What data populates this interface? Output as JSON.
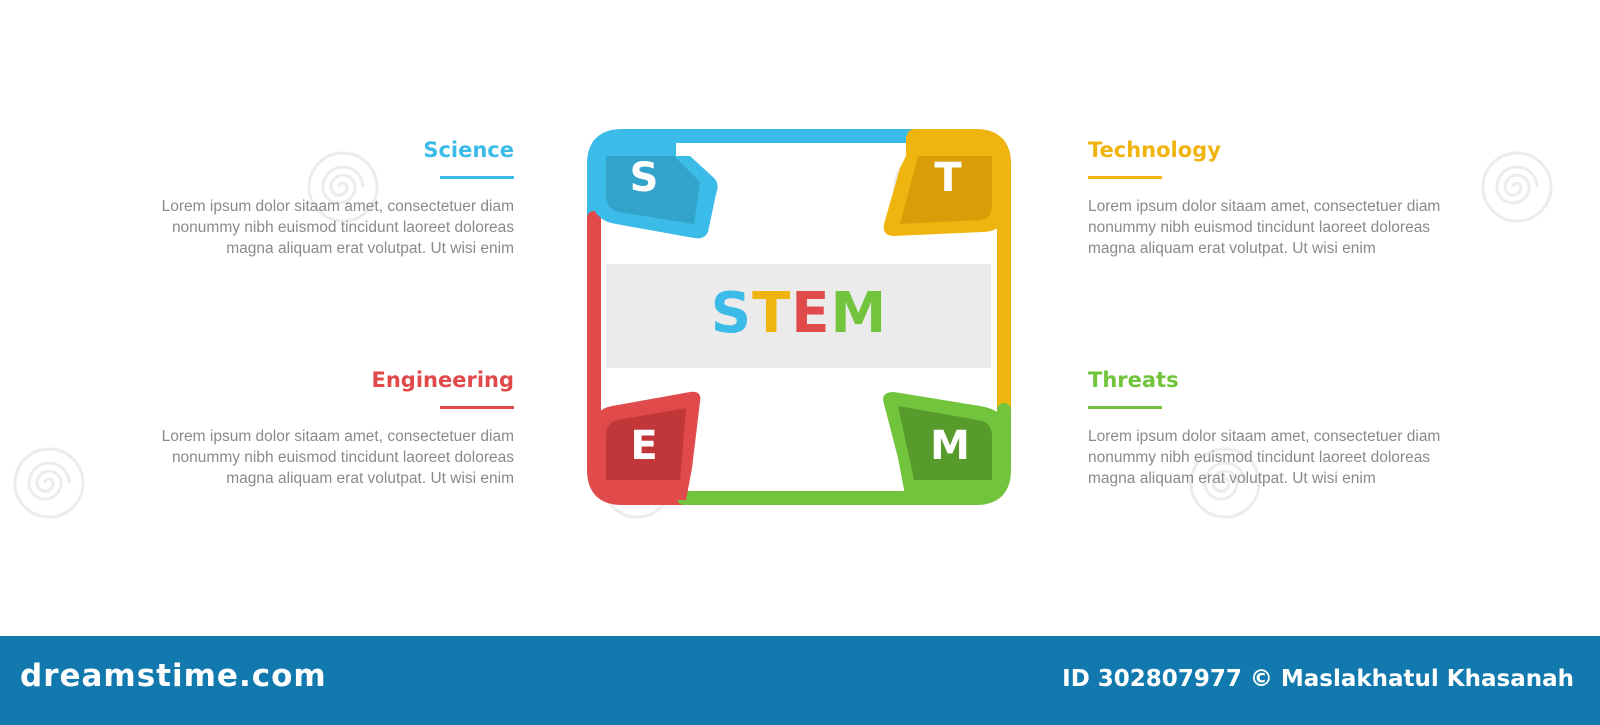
{
  "center": {
    "word_letters": [
      {
        "char": "S",
        "color": "#3bbbe8"
      },
      {
        "char": "T",
        "color": "#f0b40f"
      },
      {
        "char": "E",
        "color": "#e04a4a"
      },
      {
        "char": "M",
        "color": "#72c43c"
      }
    ]
  },
  "corners": {
    "s": {
      "letter": "S",
      "color": "#3bbbe8"
    },
    "t": {
      "letter": "T",
      "color": "#f0b40f"
    },
    "e": {
      "letter": "E",
      "color": "#e04a4a"
    },
    "m": {
      "letter": "M",
      "color": "#72c43c"
    }
  },
  "items": {
    "science": {
      "title": "Science",
      "color": "#3bbbe8",
      "body": "Lorem ipsum dolor sitaam amet, consectetuer diam\nnonummy  nibh euismod tincidunt laoreet doloreas\nmagna aliquam erat volutpat. Ut wisi enim"
    },
    "technology": {
      "title": "Technology",
      "color": "#f0b40f",
      "body": "Lorem ipsum dolor sitaam amet, consectetuer diam\nnonummy  nibh euismod tincidunt laoreet doloreas\nmagna aliquam erat volutpat. Ut wisi enim"
    },
    "engineering": {
      "title": "Engineering",
      "color": "#e04a4a",
      "body": "Lorem ipsum dolor sitaam amet, consectetuer diam\nnonummy  nibh euismod tincidunt laoreet doloreas\nmagna aliquam erat volutpat. Ut wisi enim"
    },
    "threats": {
      "title": "Threats",
      "color": "#72c43c",
      "body": "Lorem ipsum dolor sitaam amet, consectetuer diam\nnonummy  nibh euismod tincidunt laoreet doloreas\nmagna aliquam erat volutpat. Ut wisi enim"
    }
  },
  "footer": {
    "logo": "dreamstime.com",
    "credit": "ID 302807977 © Maslakhatul Khasanah",
    "bg_color": "#1279af"
  }
}
